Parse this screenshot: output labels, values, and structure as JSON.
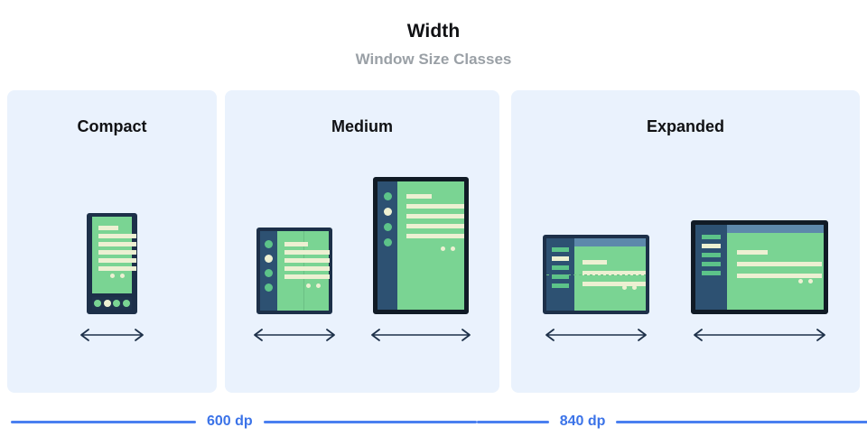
{
  "header": {
    "title": "Width",
    "subtitle": "Window Size Classes"
  },
  "panels": [
    {
      "id": "compact",
      "title": "Compact",
      "devices": [
        {
          "name": "phone",
          "arrow_icon": "double-headed-arrow-icon",
          "nav_dots": [
            "green",
            "cream",
            "green",
            "green"
          ],
          "content_bars": 6,
          "content_dots": 2
        }
      ]
    },
    {
      "id": "medium",
      "title": "Medium",
      "devices": [
        {
          "name": "foldable-portrait",
          "arrow_icon": "double-headed-arrow-icon",
          "rail_dots": [
            "green",
            "cream",
            "green",
            "green"
          ],
          "content_bars": 5,
          "content_dots": 2,
          "has_crease": true
        },
        {
          "name": "tablet-portrait",
          "arrow_icon": "double-headed-arrow-icon",
          "rail_dots": [
            "green",
            "cream",
            "green",
            "green"
          ],
          "content_bars": 5,
          "content_dots": 2,
          "has_crease": false
        }
      ]
    },
    {
      "id": "expanded",
      "title": "Expanded",
      "devices": [
        {
          "name": "foldable-landscape",
          "arrow_icon": "double-headed-arrow-icon",
          "rail_bars": [
            "green",
            "cream",
            "green",
            "green",
            "green"
          ],
          "content_bars": 3,
          "content_dots": 2,
          "has_crease": true,
          "has_top_strip": true
        },
        {
          "name": "tablet-landscape",
          "arrow_icon": "double-headed-arrow-icon",
          "rail_bars": [
            "green",
            "cream",
            "green",
            "green",
            "green"
          ],
          "content_bars": 3,
          "content_dots": 2,
          "has_crease": false,
          "has_top_strip": true
        }
      ]
    }
  ],
  "breakpoints": [
    {
      "label": "600 dp"
    },
    {
      "label": "840 dp"
    }
  ],
  "colors": {
    "panel_background": "#eaf2fd",
    "page_background": "#ffffff",
    "title_text": "#101114",
    "subtitle_text": "#9aa0a6",
    "device_frame_navy": "#1d3049",
    "device_frame_black": "#111b26",
    "screen_green": "#7ad493",
    "content_cream": "#edf0d2",
    "rail_blue": "#2d5172",
    "top_strip_blue": "#5d88ab",
    "breakpoint_blue": "#3b73e8",
    "arrow_color": "#1d3049"
  }
}
